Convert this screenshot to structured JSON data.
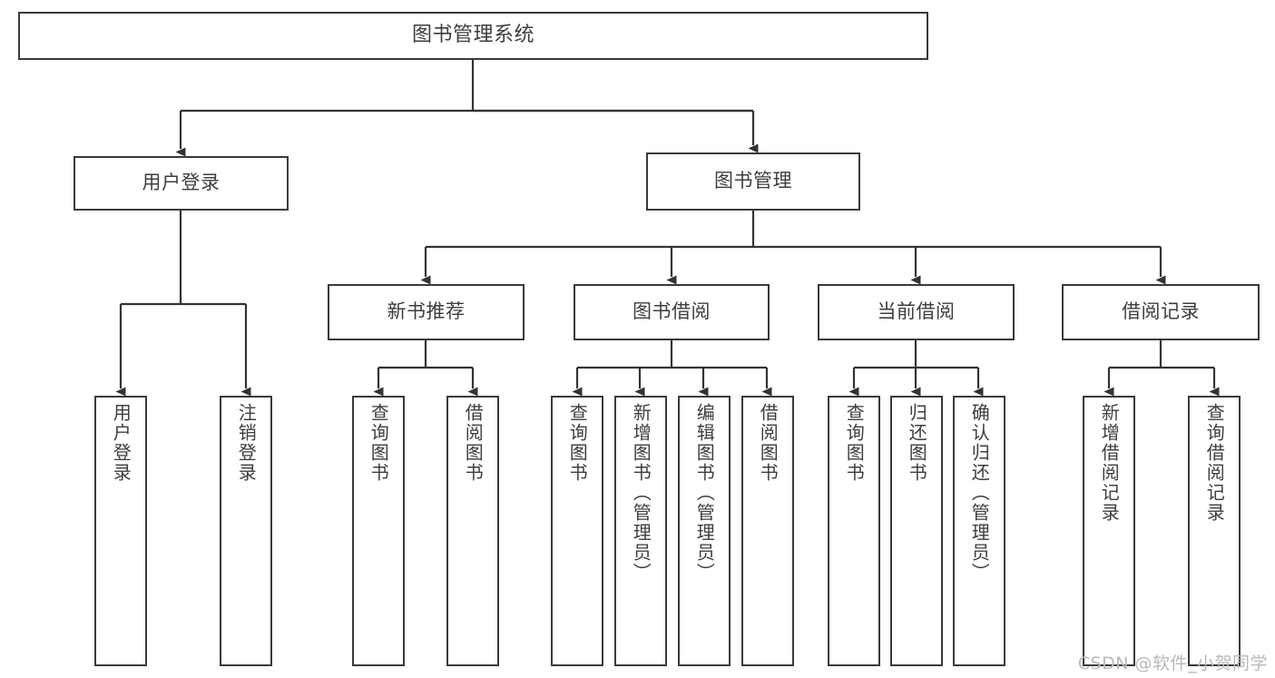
{
  "diagram": {
    "title": "图书管理系统",
    "type": "tree-hierarchy-functional-structure",
    "colors": {
      "box_border": "#3a3a3a",
      "box_fill": "#ffffff",
      "connector": "#333333",
      "text": "#3d3d3d",
      "watermark": "#b9b9b9",
      "background": "#ffffff"
    },
    "root": {
      "label": "图书管理系统"
    },
    "level2": [
      {
        "label": "用户登录"
      },
      {
        "label": "图书管理"
      }
    ],
    "level3": [
      {
        "label": "新书推荐"
      },
      {
        "label": "图书借阅"
      },
      {
        "label": "当前借阅"
      },
      {
        "label": "借阅记录"
      }
    ],
    "leaves": {
      "user_login": [
        {
          "label": "用户登录"
        },
        {
          "label": "注销登录"
        }
      ],
      "new_book_recommend": [
        {
          "label": "查询图书"
        },
        {
          "label": "借阅图书"
        }
      ],
      "book_borrow": [
        {
          "label": "查询图书"
        },
        {
          "label": "新增图书（管理员）"
        },
        {
          "label": "编辑图书（管理员）"
        },
        {
          "label": "借阅图书"
        }
      ],
      "current_borrow": [
        {
          "label": "查询图书"
        },
        {
          "label": "归还图书"
        },
        {
          "label": "确认归还（管理员）"
        }
      ],
      "borrow_record": [
        {
          "label": "新增借阅记录"
        },
        {
          "label": "查询借阅记录"
        }
      ]
    }
  },
  "watermark": {
    "text": "CSDN @软件_小贺同学"
  }
}
